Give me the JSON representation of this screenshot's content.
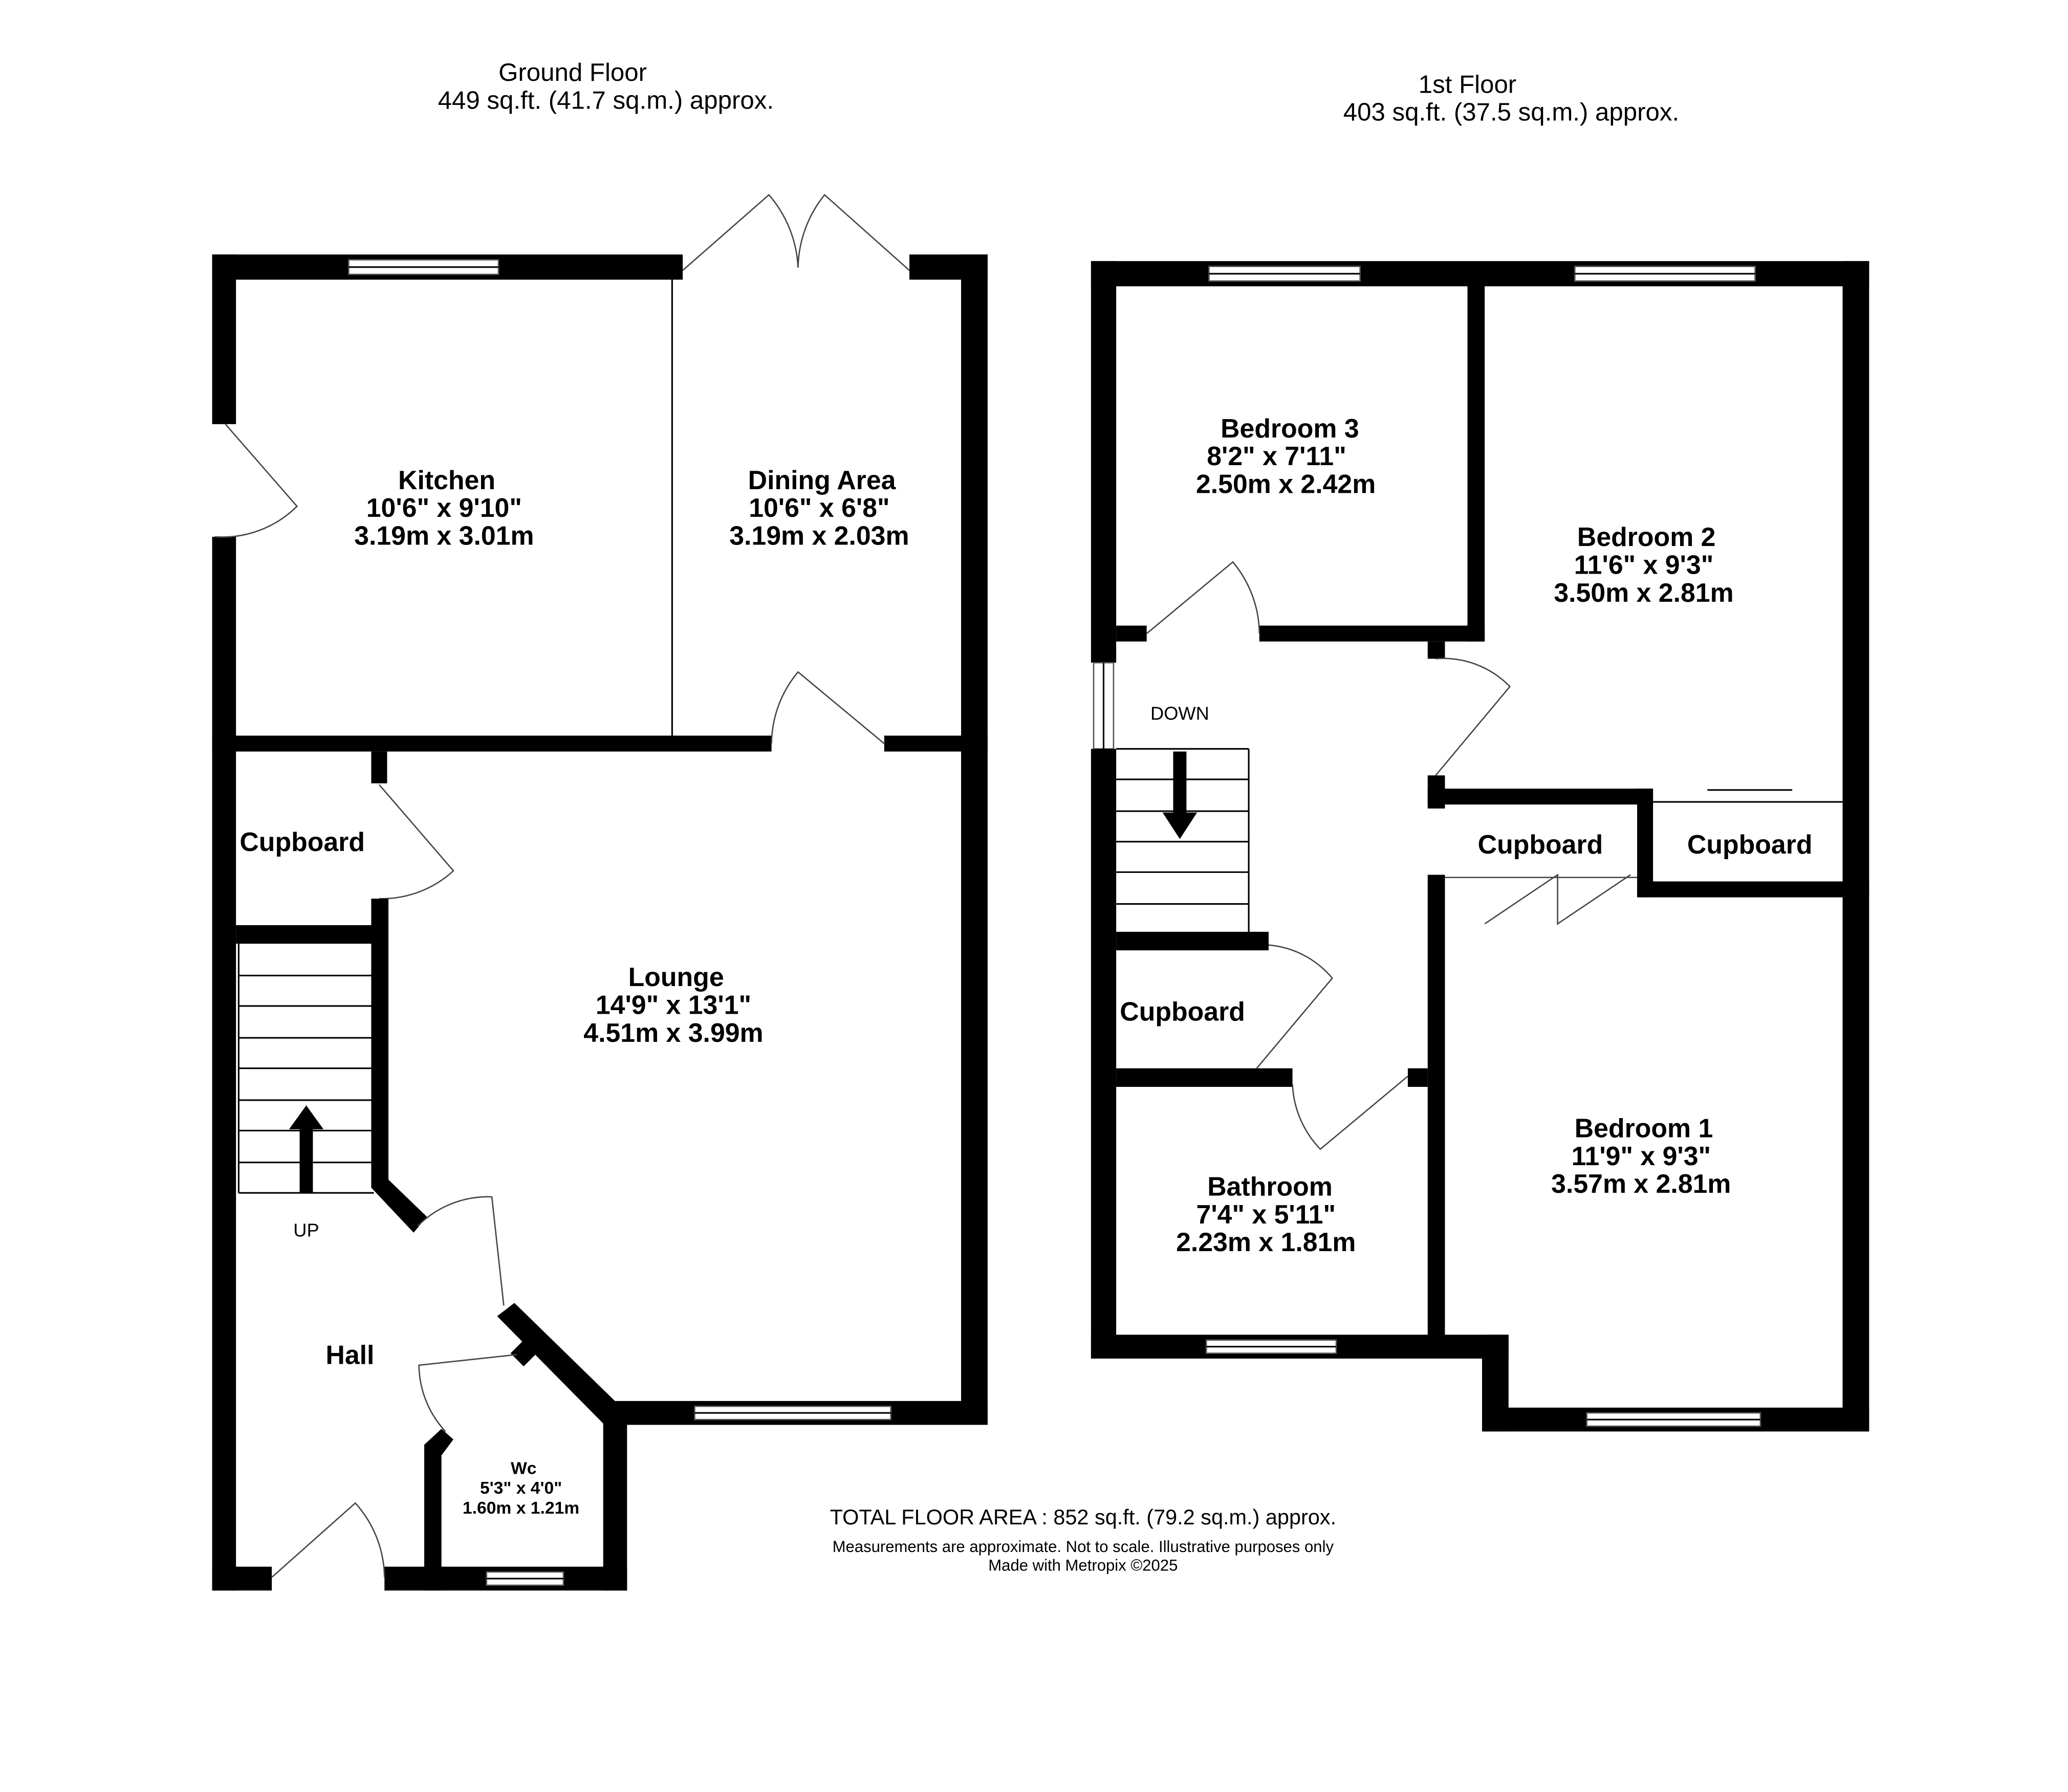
{
  "ground_floor": {
    "title": "Ground Floor",
    "area": "449 sq.ft. (41.7 sq.m.) approx.",
    "rooms": {
      "kitchen": {
        "name": "Kitchen",
        "imperial": "10'6\"  x 9'10\"",
        "metric": "3.19m  x 3.01m"
      },
      "dining": {
        "name": "Dining Area",
        "imperial": "10'6\"  x 6'8\"",
        "metric": "3.19m  x 2.03m"
      },
      "lounge": {
        "name": "Lounge",
        "imperial": "14'9\"  x 13'1\"",
        "metric": "4.51m  x 3.99m"
      },
      "cupboard": {
        "name": "Cupboard"
      },
      "hall": {
        "name": "Hall"
      },
      "wc": {
        "name": "Wc",
        "imperial": "5'3\"  x 4'0\"",
        "metric": "1.60m  x 1.21m"
      }
    },
    "stairs_label": "UP"
  },
  "first_floor": {
    "title": "1st Floor",
    "area": "403 sq.ft. (37.5 sq.m.) approx.",
    "rooms": {
      "bedroom3": {
        "name": "Bedroom 3",
        "imperial": "8'2\"  x 7'11\"",
        "metric": "2.50m  x 2.42m"
      },
      "bedroom2": {
        "name": "Bedroom 2",
        "imperial": "11'6\"  x 9'3\"",
        "metric": "3.50m  x 2.81m"
      },
      "bedroom1": {
        "name": "Bedroom 1",
        "imperial": "11'9\"  x 9'3\"",
        "metric": "3.57m  x 2.81m"
      },
      "bathroom": {
        "name": "Bathroom",
        "imperial": "7'4\"  x 5'11\"",
        "metric": "2.23m  x 1.81m"
      },
      "cupboard_a": {
        "name": "Cupboard"
      },
      "cupboard_b": {
        "name": "Cupboard"
      },
      "cupboard_c": {
        "name": "Cupboard"
      }
    },
    "stairs_label": "DOWN"
  },
  "footer": {
    "total": "TOTAL FLOOR AREA : 852 sq.ft. (79.2 sq.m.) approx.",
    "disclaimer": "Measurements are approximate.  Not to scale.  Illustrative purposes only",
    "credit": "Made with Metropix ©2025"
  }
}
